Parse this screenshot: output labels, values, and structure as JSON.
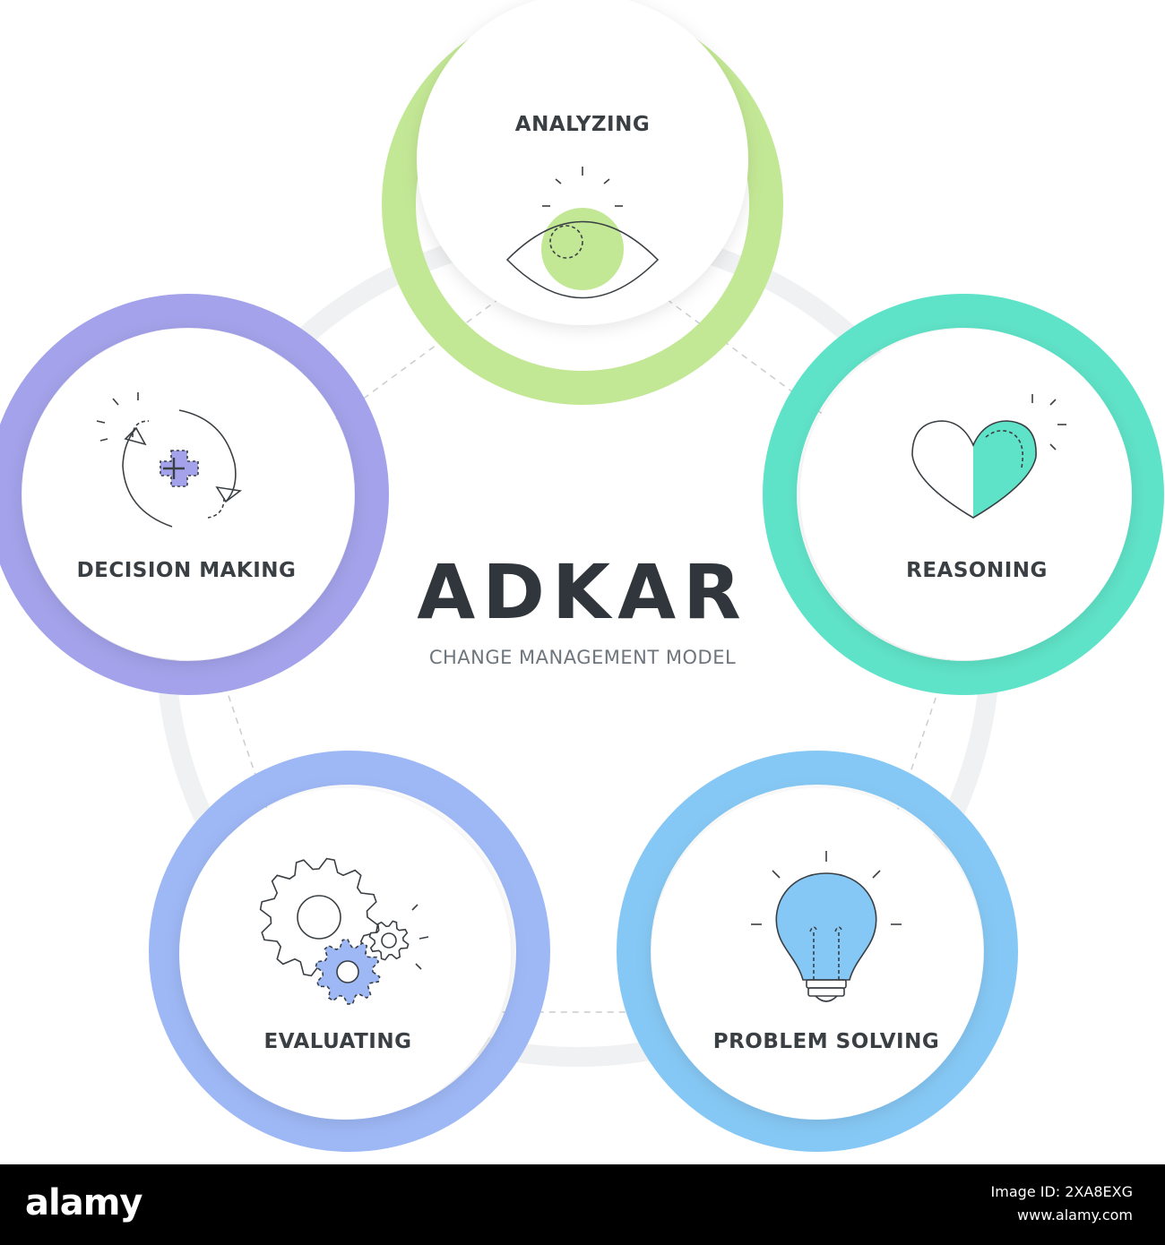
{
  "title": "ADKAR",
  "subtitle": "CHANGE MANAGEMENT MODEL",
  "stages": [
    {
      "label": "ANALYZING",
      "color": "#c3e895",
      "icon": "eye-icon"
    },
    {
      "label": "REASONING",
      "color": "#5fe3c8",
      "icon": "heart-icon"
    },
    {
      "label": "PROBLEM SOLVING",
      "color": "#86c8f5",
      "icon": "lightbulb-icon"
    },
    {
      "label": "EVALUATING",
      "color": "#9eb8f6",
      "icon": "gears-icon"
    },
    {
      "label": "DECISION MAKING",
      "color": "#a3a2ea",
      "icon": "refresh-plus-icon"
    }
  ],
  "footer": {
    "logo": "alamy",
    "image_id": "Image ID: 2XA8EXG",
    "site": "www.alamy.com"
  }
}
